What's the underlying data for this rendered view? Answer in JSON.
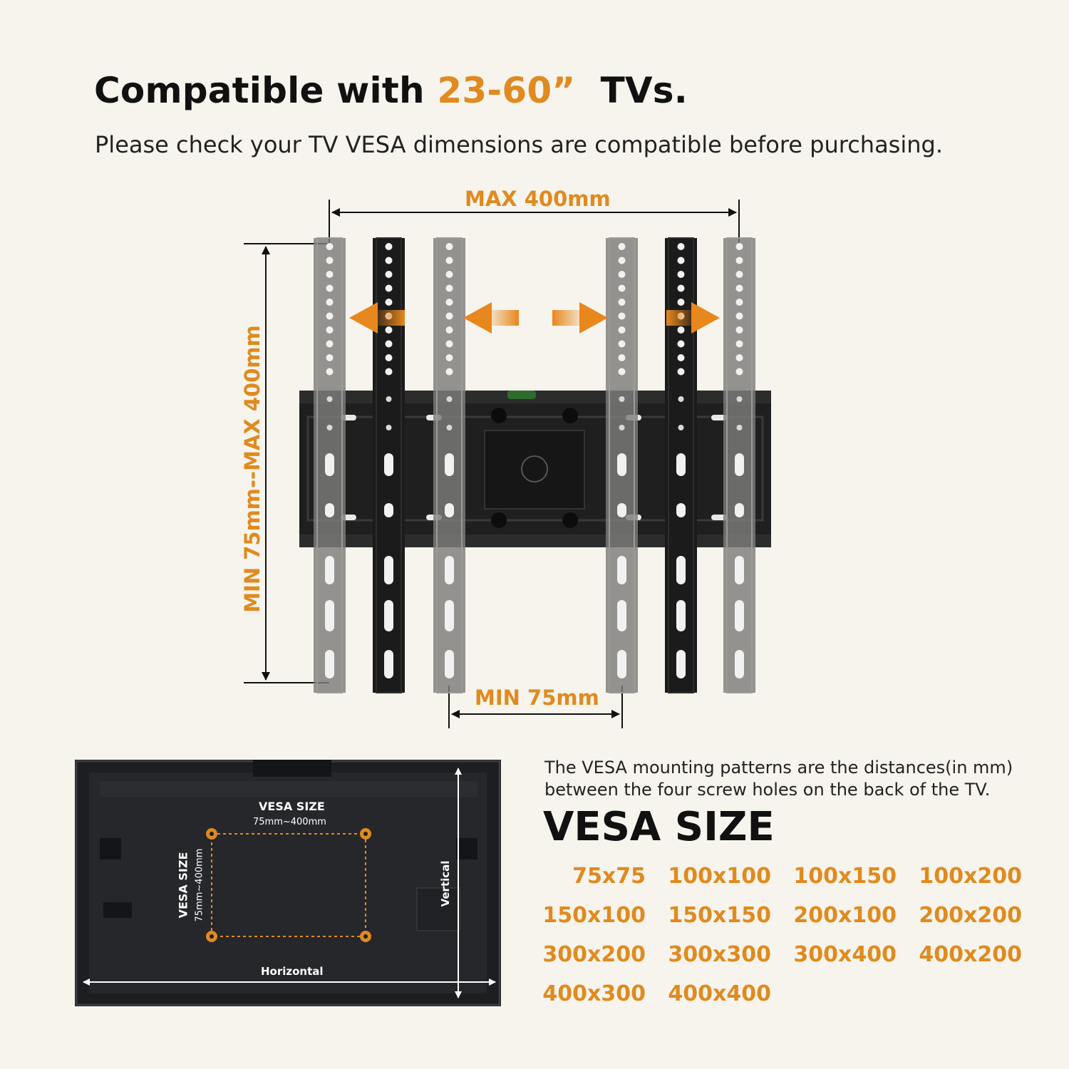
{
  "header": {
    "title_pre": "Compatible with ",
    "title_accent": "23-60”",
    "title_post": "  TVs.",
    "subtitle": "Please check your TV VESA dimensions are compatible before purchasing."
  },
  "diagram": {
    "max_label": "MAX 400mm",
    "min_label": "MIN 75mm",
    "vertical_label": "MIN 75mm--MAX 400mm"
  },
  "tv": {
    "vesa_size_label": "VESA SIZE",
    "vesa_range": "75mm~400mm",
    "horizontal_label": "Horizontal",
    "vertical_label": "Vertical"
  },
  "info": {
    "description_line1": "The VESA mounting patterns are the distances(in mm)",
    "description_line2": "between the four screw holes on the back of the TV.",
    "vesa_title": "VESA SIZE",
    "sizes": [
      "75x75",
      "100x100",
      "100x150",
      "100x200",
      "150x100",
      "150x150",
      "200x100",
      "200x200",
      "300x200",
      "300x300",
      "300x400",
      "400x200",
      "400x300",
      "400x400"
    ]
  },
  "colors": {
    "accent": "#e08a1f",
    "background": "#f6f4ec",
    "bracket": "#1c1c1c",
    "ghost": "#8a8a86"
  }
}
